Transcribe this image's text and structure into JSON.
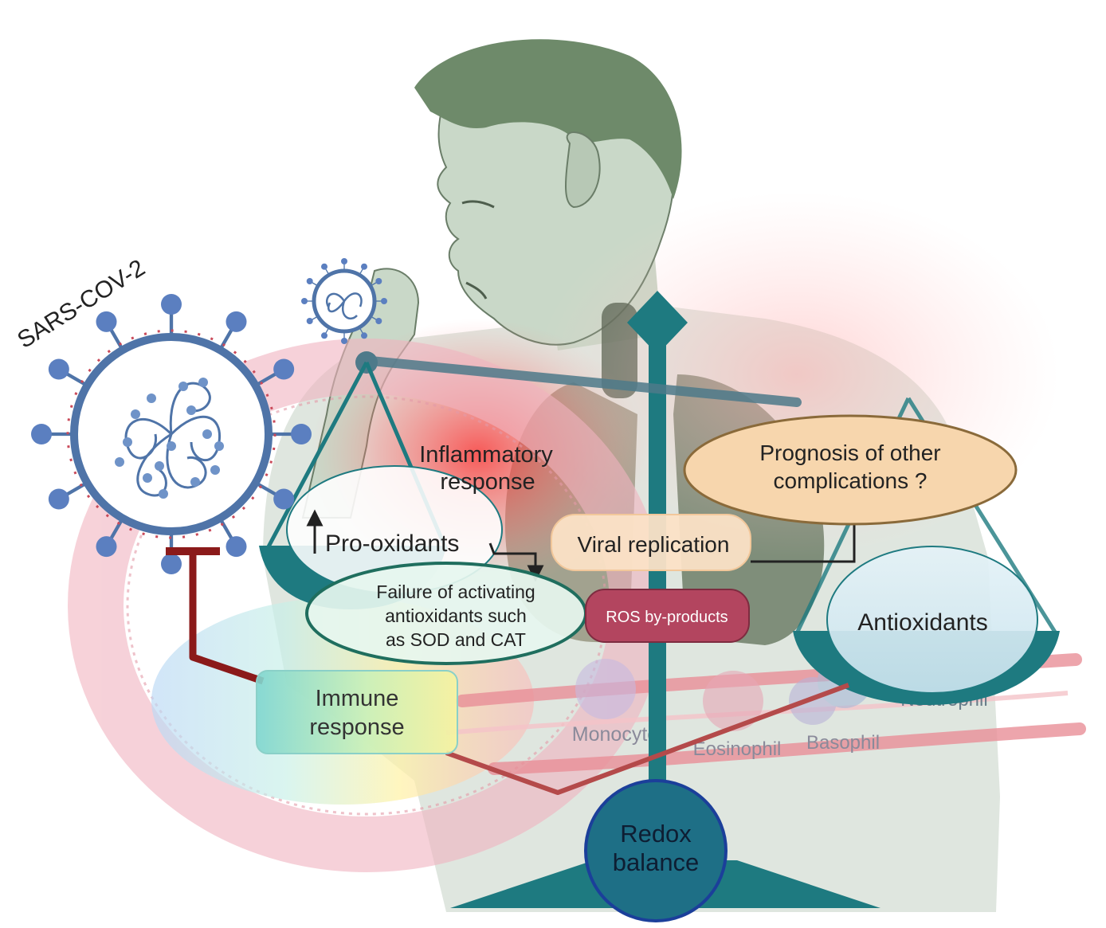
{
  "virus": {
    "label": "SARS-COV-2"
  },
  "labels": {
    "inflammatory_line1": "Inflammatory",
    "inflammatory_line2": "response",
    "prooxidants": "Pro-oxidants",
    "failure_line1": "Failure of activating",
    "failure_line2": "antioxidants such",
    "failure_line3": "as SOD and CAT",
    "viral_replication": "Viral replication",
    "ros": "ROS by-products",
    "prognosis_line1": "Prognosis of other",
    "prognosis_line2": "complications ?",
    "antioxidants": "Antioxidants",
    "immune_line1": "Immune",
    "immune_line2": "response",
    "redox_line1": "Redox",
    "redox_line2": "balance"
  },
  "cells": {
    "monocyte": "Monocyte",
    "eosinophil": "Eosinophil",
    "basophil": "Basophil",
    "neutrophil": "Neutrophil"
  },
  "colors": {
    "teal": "#1e7a80",
    "dark_red": "#8b1a1a",
    "skin": "#c9d8c8",
    "hair": "#6e8a6a",
    "pink": "#f2b5c0",
    "prognosis_fill": "#f7d6ad",
    "ros_fill": "#b3455f",
    "redox_fill": "#1e6f86"
  }
}
